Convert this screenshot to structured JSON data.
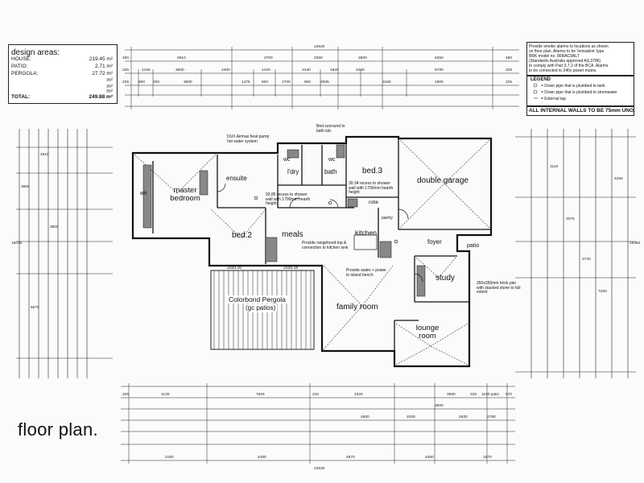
{
  "design_areas": {
    "title": "design areas:",
    "rows": [
      {
        "name": "HOUSE:",
        "value": "219.45 m²"
      },
      {
        "name": "PATIO:",
        "value": "2.71 m²"
      },
      {
        "name": "PERGOLA:",
        "value": "27.72 m²"
      },
      {
        "name": "",
        "value": "m²"
      },
      {
        "name": "",
        "value": "m²"
      },
      {
        "name": "",
        "value": "m²"
      },
      {
        "name": "TOTAL:",
        "value": "249.88 m²"
      }
    ]
  },
  "notes": {
    "lines": [
      "Provide smoke alarms to locations as shown",
      "on floor plan. Alarms to be 'ionisation' type",
      "BRK model no. 86RAC9ALT",
      "(Standards Australia approved AS.3786)",
      "to comply with Part 3.7.2 of the BCA. Alarms",
      "to be connected to 240v power mains."
    ]
  },
  "legend": {
    "title": "LEGEND",
    "items": [
      "= Down pipe that is plumbed to tank",
      "= Down pipe that is plumbed to stormwater",
      "= External tap"
    ]
  },
  "walls_note": "ALL INTERNAL WALLS TO BE 75mm UNO.",
  "rooms": {
    "master_bedroom": "master bedroom",
    "wir": "wir",
    "ensuite": "ensuite",
    "wc1": "wc",
    "ldry": "l'dry",
    "bath": "bath",
    "wc2": "wc",
    "bed3": "bed.3",
    "robe": "robe",
    "double_garage": "double garage",
    "bed2": "bed.2",
    "meals": "meals",
    "kitchen": "kitchen",
    "pantry": "pantry",
    "foyer": "foyer",
    "patio": "patio",
    "study": "study",
    "family_room": "family room",
    "lounge_room": "lounge room",
    "pergola": "Colorbond Pergola",
    "pergola_sub": "(gc patios)"
  },
  "annotations": {
    "dux": "DUX Airmax heat pump hot water system",
    "bed_surround": "Bed surround to bath tub",
    "recess1": "30.34 recess to shower wall with 1700mm hearth height",
    "recess2": "93.85 recess to shower wall with 1700mm hearth height",
    "rangehood": "Provide rangehood top & connection to kitchen sink",
    "power": "Provide water + power to island bench",
    "brick_pier": "350x350mm brick pier with stacked stone to full extent",
    "kitchen_dims": "2030.16",
    "meals_dims": "2035.18"
  },
  "dimensions": {
    "top_overall": "23530",
    "bottom_overall": "23530",
    "top_row1": [
      "450",
      "6910",
      "2700",
      "2350",
      "2800",
      "6250",
      "450"
    ],
    "top_row2": [
      "225",
      "1425",
      "3600",
      "2400",
      "1420",
      "2440",
      "1820",
      "2225",
      "6780",
      "225"
    ],
    "top_row3": [
      "225",
      "900",
      "200",
      "3600",
      "1475",
      "900",
      "1700",
      "900",
      "2505",
      "3150",
      "1900",
      "225"
    ],
    "bottom_row1": [
      "225",
      "3125",
      "7825",
      "225",
      "4320",
      "3590",
      "225",
      "1190 patio",
      "570"
    ],
    "bottom_row2": [
      "4600",
      "2030",
      "3000",
      "2630",
      "2790"
    ],
    "bottom_row3": [
      "2150",
      "4450",
      "4870",
      "4450",
      "1570"
    ],
    "right_side": [
      "3110",
      "4250",
      "7260",
      "3375",
      "2740",
      "16350"
    ],
    "left_side": [
      "3900",
      "2910",
      "3800",
      "16030",
      "5570"
    ]
  },
  "footer_title": "floor plan."
}
